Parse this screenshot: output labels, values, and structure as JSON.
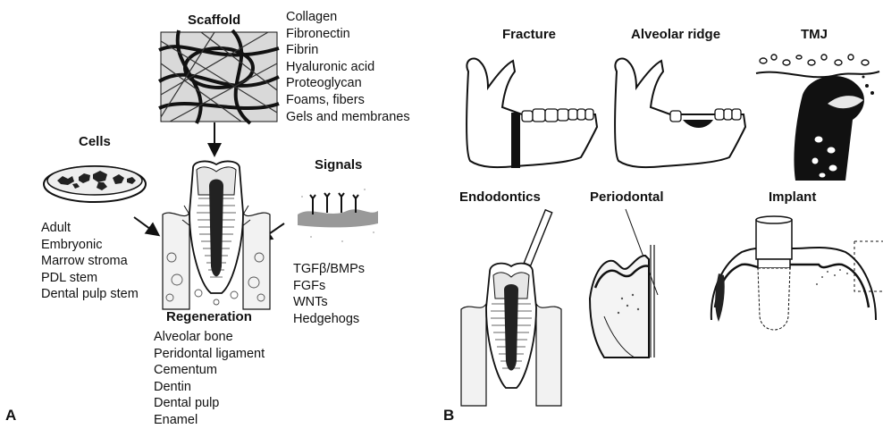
{
  "panelA": {
    "label": "A",
    "scaffold": {
      "title": "Scaffold",
      "items": [
        "Collagen",
        "Fibronectin",
        "Fibrin",
        "Hyaluronic acid",
        "Proteoglycan",
        "Foams, fibers",
        "Gels and membranes"
      ]
    },
    "cells": {
      "title": "Cells",
      "items": [
        "Adult",
        "Embryonic",
        "Marrow stroma",
        "PDL stem",
        "Dental pulp stem"
      ]
    },
    "signals": {
      "title": "Signals",
      "items": [
        "TGFβ/BMPs",
        "FGFs",
        "WNTs",
        "Hedgehogs"
      ]
    },
    "regeneration": {
      "title": "Regeneration",
      "items": [
        "Alveolar bone",
        "Peridontal ligament",
        "Cementum",
        "Dentin",
        "Dental pulp",
        "Enamel"
      ]
    }
  },
  "panelB": {
    "label": "B",
    "labels": {
      "fracture": "Fracture",
      "alveolar_ridge": "Alveolar ridge",
      "tmj": "TMJ",
      "endodontics": "Endodontics",
      "periodontal": "Periodontal",
      "implant": "Implant"
    }
  }
}
